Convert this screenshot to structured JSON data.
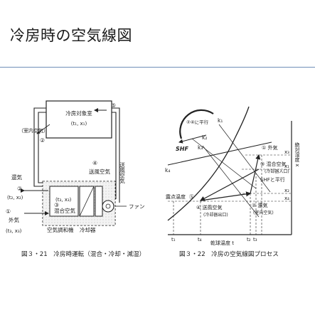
{
  "slide": {
    "title": "冷房時の空気線図"
  },
  "fig21": {
    "caption": "図３・21　冷房時運転（混合・冷却・減湿）",
    "room_title": "冷房対象室",
    "room_state": "(t₁, x₁)",
    "indoor_air": "（室内空気）",
    "return_air": "還気",
    "return_state": "(t₂, x₂)",
    "outdoor_air": "外気",
    "outdoor_state": "(t₃, x₃)",
    "mixed_state": "(t₃, x₃)",
    "mixed_label": "混合空気",
    "supply_air": "送風空気",
    "supply_duct": "送風空気",
    "fan_label": "ファン",
    "ahu_label": "空気調和機",
    "coil_label": "冷却器",
    "n1": "①",
    "n2": "②",
    "n3": "③",
    "n4": "④",
    "n5": "⑤"
  },
  "fig22": {
    "caption": "図３・22　冷房の空気線図プロセス",
    "shf_label": "SHF",
    "parallel_note": "②④に平行",
    "k1": "k₁",
    "k2": "k₂",
    "k3": "k₃",
    "k4": "k₄",
    "axis_right": "絶対湿度 x",
    "axis_bottom": "乾球温度 t",
    "dew_point": "露点温度",
    "s_mark": "Ⓢ",
    "p1_label": "① 外気",
    "p3_label": "③ 混合空気",
    "p3_sub": "(冷却器入口)",
    "p2_label": "② 還気",
    "p2_sub": "(室内空気)",
    "p4_label": "④ 送風空気",
    "p4_sub": "(冷却器出口)",
    "shf_parallel": "SHFと平行",
    "x1": "x₁",
    "x2": "x₂",
    "x3": "x₃",
    "x4": "x₄",
    "t1": "t₁",
    "t2": "t₂",
    "t3": "t₃",
    "t4": "t₄"
  }
}
